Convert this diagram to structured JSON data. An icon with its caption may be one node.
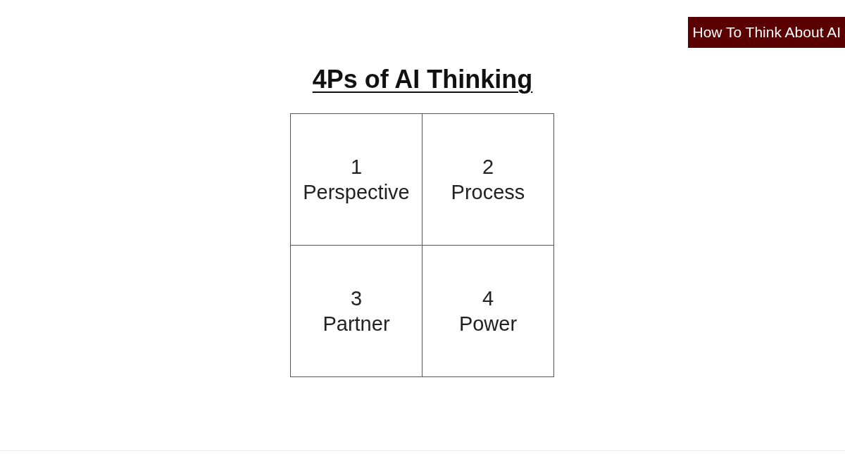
{
  "diagram": {
    "title": "4Ps of AI Thinking",
    "nodes": [
      {
        "text": [
          "1",
          "Perspective"
        ]
      },
      {
        "text": [
          "2",
          "Process"
        ]
      },
      {
        "text": [
          "3",
          "Partner"
        ]
      },
      {
        "text": [
          "4",
          "Power"
        ]
      }
    ],
    "edges": [],
    "labels": [
      "How To Think About AI"
    ]
  }
}
